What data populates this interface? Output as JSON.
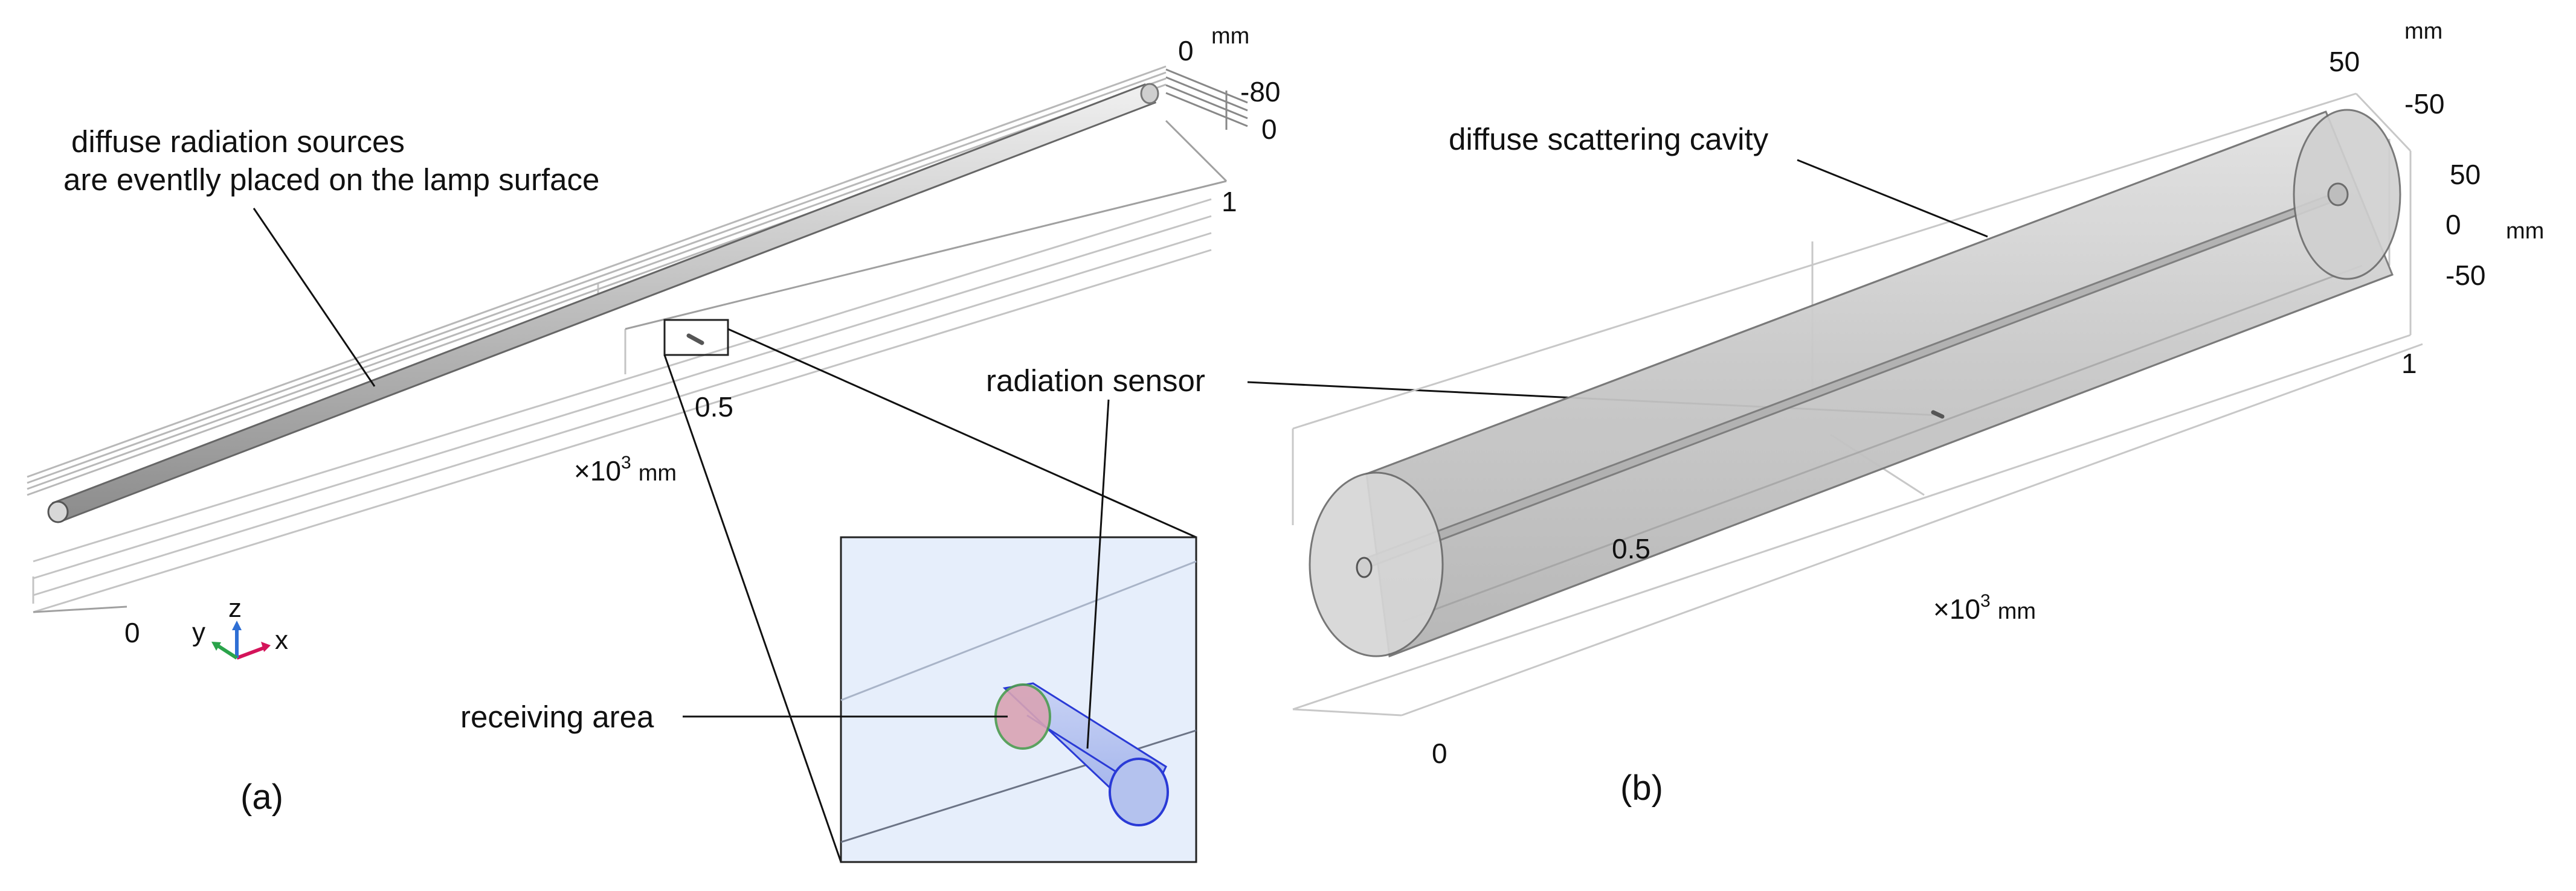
{
  "panel_a": {
    "caption": "(a)",
    "annotation_sources_line1": "diffuse radiation sources",
    "annotation_sources_line2": "are eventlly placed on the lamp surface",
    "annotation_receiving": "receiving area",
    "annotation_sensor": "radiation sensor",
    "axis_x_ticks": [
      "0",
      "0.5",
      "1"
    ],
    "axis_x_multiplier": "×10",
    "axis_x_exponent": "3",
    "axis_x_unit": "mm",
    "axis_z_ticks": [
      "0",
      "-80",
      "0"
    ],
    "axis_z_unit": "mm",
    "triad": {
      "x": "x",
      "y": "y",
      "z": "z"
    }
  },
  "panel_b": {
    "caption": "(b)",
    "annotation_cavity": "diffuse scattering cavity",
    "axis_x_ticks": [
      "0",
      "0.5",
      "1"
    ],
    "axis_x_multiplier": "×10",
    "axis_x_exponent": "3",
    "axis_x_unit": "mm",
    "axis_vertical_ticks": [
      "50",
      "-50"
    ],
    "axis_vertical_unit": "mm",
    "axis_side_ticks": [
      "50",
      "0",
      "-50"
    ],
    "axis_side_unit": "mm"
  },
  "colors": {
    "tube_fill": "#d4d4d4",
    "tube_edge": "#555555",
    "inset_bg": "#e6eefb",
    "sensor_fill": "#b7c5ef",
    "sensor_edge": "#2a3ad6",
    "receiving_fill": "#d9a3b4",
    "triad_x": "#d4145a",
    "triad_y": "#2aa34a",
    "triad_z": "#2f6fd4"
  }
}
